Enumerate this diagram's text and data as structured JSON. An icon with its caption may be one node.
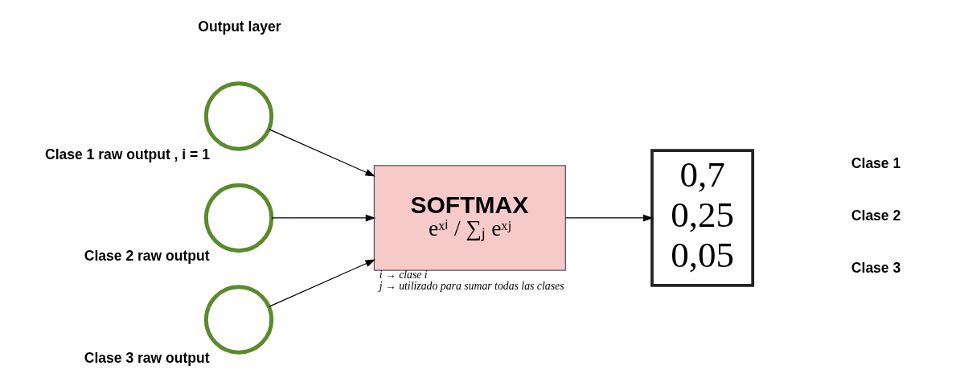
{
  "diagram": {
    "nodes": [
      {
        "text": [
          "Clase 1 raw output , i = 1"
        ]
      },
      {
        "text": [
          "Clase 2 raw output"
        ]
      },
      {
        "text": [
          "Clase 3 raw output"
        ]
      },
      {
        "text": [
          "SOFTMAX",
          "eˣⁱ / ∑ⱼ eˣʲ"
        ],
        "beside": [
          "i → clase i",
          "j → utilizado para sumar todas las clases"
        ]
      },
      {
        "text": [
          "0,7",
          "0,25",
          "0,05"
        ]
      }
    ],
    "edges": [
      {
        "from": 0,
        "to": 3,
        "arrow": "to"
      },
      {
        "from": 1,
        "to": 3,
        "arrow": "to"
      },
      {
        "from": 2,
        "to": 3,
        "arrow": "to"
      },
      {
        "from": 3,
        "to": 4,
        "arrow": "to"
      }
    ],
    "labels": [
      "Clase 1",
      "Clase 2",
      "Clase 3",
      "Output layer"
    ]
  }
}
